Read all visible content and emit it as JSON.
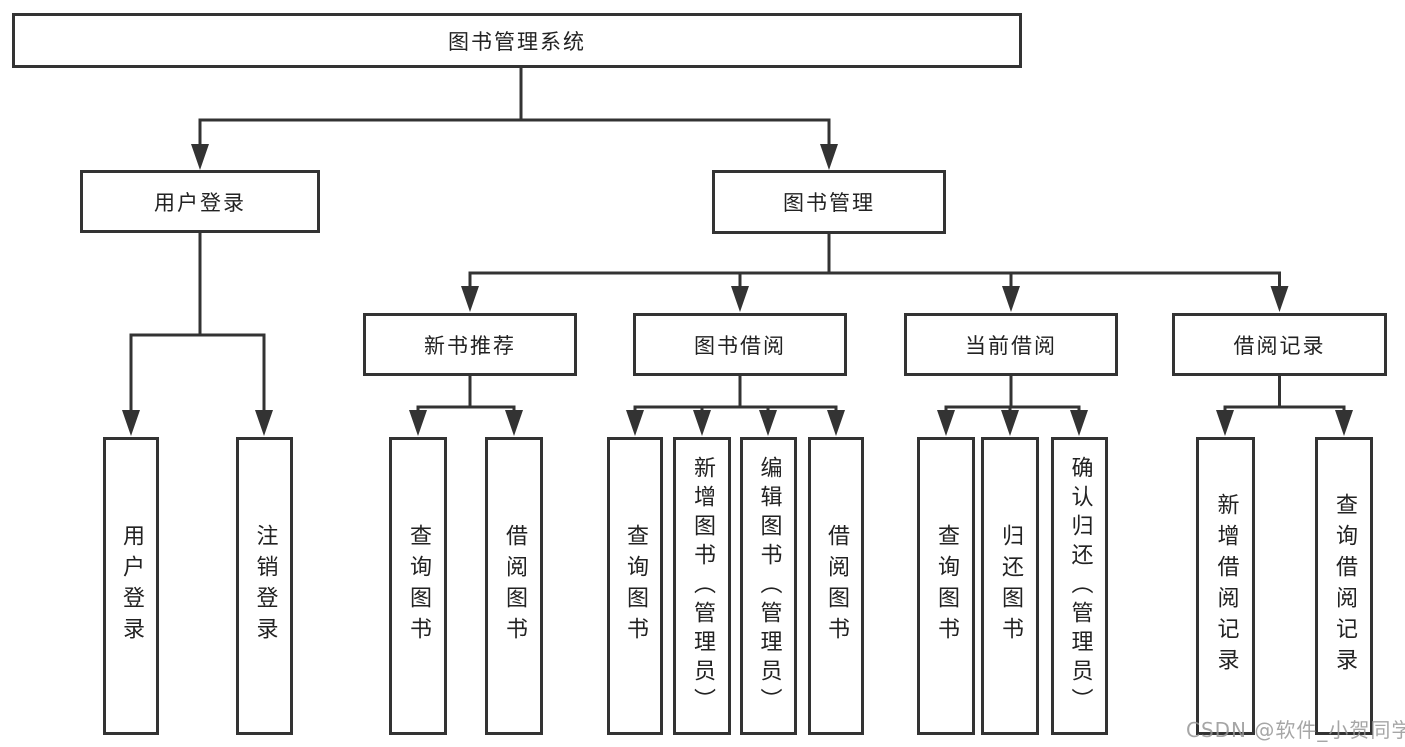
{
  "colors": {
    "line": "#333333",
    "box_border": "#333333",
    "box_fill": "#ffffff",
    "text": "#222222",
    "watermark": "#969696"
  },
  "watermark": "CSDN @软件_小贺同学",
  "tree": {
    "root": "图书管理系统",
    "branches": [
      {
        "label": "用户登录",
        "children": [
          "用户登录",
          "注销登录"
        ]
      },
      {
        "label": "图书管理",
        "sections": [
          {
            "label": "新书推荐",
            "children": [
              "查询图书",
              "借阅图书"
            ]
          },
          {
            "label": "图书借阅",
            "children": [
              "查询图书",
              "新增图书（管理员）",
              "编辑图书（管理员）",
              "借阅图书"
            ]
          },
          {
            "label": "当前借阅",
            "children": [
              "查询图书",
              "归还图书",
              "确认归还（管理员）"
            ]
          },
          {
            "label": "借阅记录",
            "children": [
              "新增借阅记录",
              "查询借阅记录"
            ]
          }
        ]
      }
    ]
  }
}
